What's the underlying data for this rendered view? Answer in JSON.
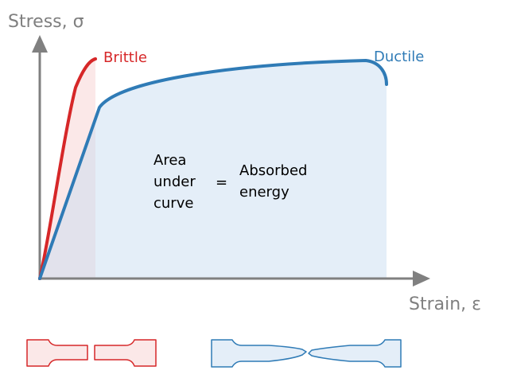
{
  "axes": {
    "y_label": "Stress, σ",
    "x_label": "Strain, ε"
  },
  "curves": {
    "brittle": {
      "label": "Brittle"
    },
    "ductile": {
      "label": "Ductile"
    }
  },
  "annotation": {
    "left_lines": [
      "Area",
      "under",
      "curve"
    ],
    "equals": "=",
    "right_lines": [
      "Absorbed",
      "energy"
    ]
  },
  "colors": {
    "axis": "#808080",
    "brittle": "#d62728",
    "brittle_fill": "#fbe8e8",
    "ductile": "#2f7bb6",
    "ductile_fill": "#e4eef8",
    "overlap_fill": "#e2e2ec",
    "specimen_fill_brittle": "#fbe8e8",
    "specimen_fill_ductile": "#e4eef8"
  },
  "specimens": [
    {
      "name": "brittle",
      "fracture": "flat"
    },
    {
      "name": "ductile",
      "fracture": "necked"
    }
  ]
}
